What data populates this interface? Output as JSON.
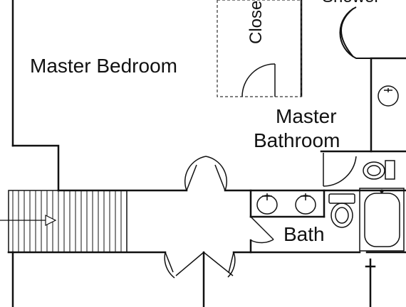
{
  "rooms": {
    "master_bedroom": "Master Bedroom",
    "closet": "Closet",
    "shower": "Shower",
    "master_bathroom_line1": "Master",
    "master_bathroom_line2": "Bathroom",
    "bath": "Bath"
  },
  "colors": {
    "line": "#111111",
    "background": "#ffffff"
  }
}
